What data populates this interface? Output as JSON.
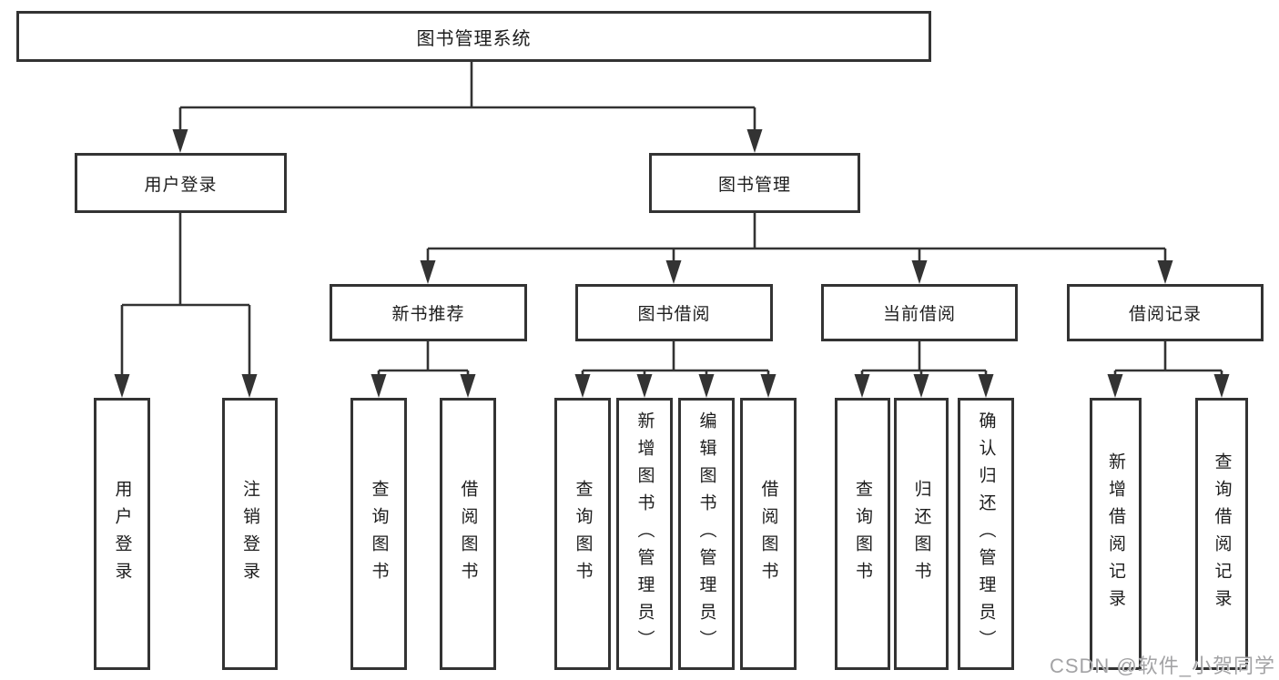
{
  "tree": {
    "root": {
      "label": "图书管理系统"
    },
    "branches": [
      {
        "label": "用户登录",
        "children": [
          {
            "label": "用户登录"
          },
          {
            "label": "注销登录"
          }
        ]
      },
      {
        "label": "图书管理",
        "children": [
          {
            "label": "新书推荐",
            "children": [
              {
                "label": "查询图书"
              },
              {
                "label": "借阅图书"
              }
            ]
          },
          {
            "label": "图书借阅",
            "children": [
              {
                "label": "查询图书"
              },
              {
                "label": "新增图书（管理员）"
              },
              {
                "label": "编辑图书（管理员）"
              },
              {
                "label": "借阅图书"
              }
            ]
          },
          {
            "label": "当前借阅",
            "children": [
              {
                "label": "查询图书"
              },
              {
                "label": "归还图书"
              },
              {
                "label": "确认归还（管理员）"
              }
            ]
          },
          {
            "label": "借阅记录",
            "children": [
              {
                "label": "新增借阅记录"
              },
              {
                "label": "查询借阅记录"
              }
            ]
          }
        ]
      }
    ]
  },
  "watermark": {
    "text": "CSDN @软件_小贺同学"
  },
  "colors": {
    "line": "#333333",
    "box_border": "#333333",
    "text": "#1d1d1d",
    "watermark": "#a3a3a5",
    "background": "#ffffff"
  }
}
